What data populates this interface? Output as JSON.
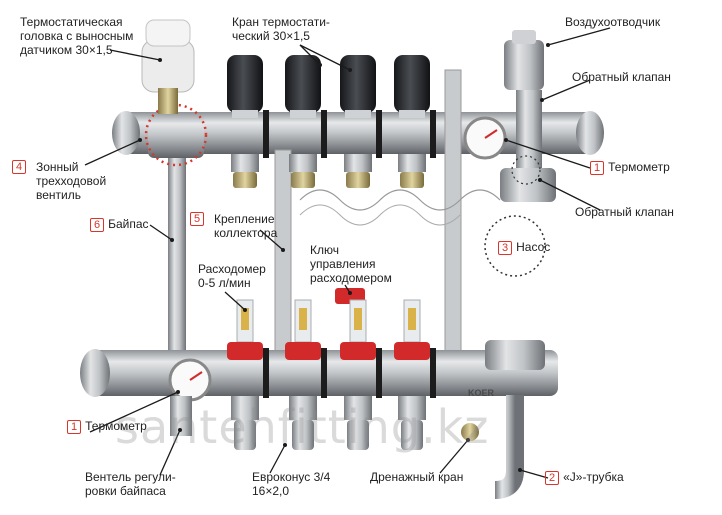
{
  "labels": {
    "thermo_head": "Термостатическая\nголовка с выносным\nдатчиком 30×1,5",
    "valve": "Кран термостати-\nческий 30×1,5",
    "air_vent": "Воздухоотводчик",
    "check_valve_top": "Обратный клапан",
    "zone_valve": "Зонный\nтрехходовой\nвентиль",
    "thermometer_top": "Термометр",
    "check_valve_bottom": "Обратный клапан",
    "bypass": "Байпас",
    "mount": "Крепление\nколлектора",
    "key": "Ключ\nуправления\nрасходомером",
    "pump": "Насос",
    "flowmeter": "Расходомер\n0-5 л/мин",
    "thermometer_bottom": "Термометр",
    "bypass_valve": "Вентель регули-\nровки байпаса",
    "eurocone": "Евроконус 3/4\n16×2,0",
    "drain": "Дренажный кран",
    "j_tube": "«J»-трубка"
  },
  "numbers": {
    "zone_valve": "4",
    "thermometer_top": "1",
    "bypass": "6",
    "mount": "5",
    "pump": "3",
    "thermometer_bottom": "1",
    "j_tube": "2"
  },
  "brand": "KOER",
  "watermark": "santehfitting.kz",
  "colors": {
    "marker": "#d6362c",
    "metal": "#b9bcc0",
    "knob": "#2a2c30",
    "cap": "#d22a2a"
  }
}
